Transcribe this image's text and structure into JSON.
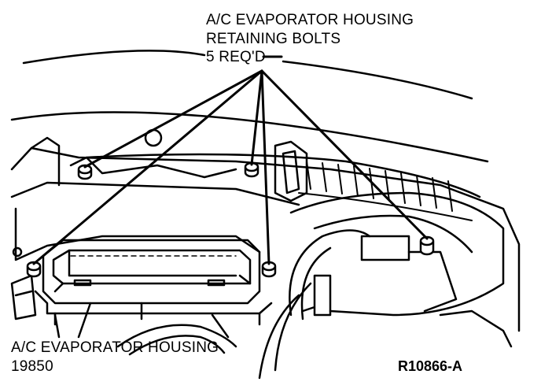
{
  "callouts": {
    "bolts": {
      "line1": "A/C EVAPORATOR HOUSING",
      "line2": "RETAINING BOLTS",
      "line3": "5 REQ'D"
    },
    "housing": {
      "line1": "A/C EVAPORATOR HOUSING",
      "line2": "19850"
    }
  },
  "figure_ref": "R10866-A",
  "colors": {
    "ink": "#000000",
    "paper": "#ffffff"
  }
}
